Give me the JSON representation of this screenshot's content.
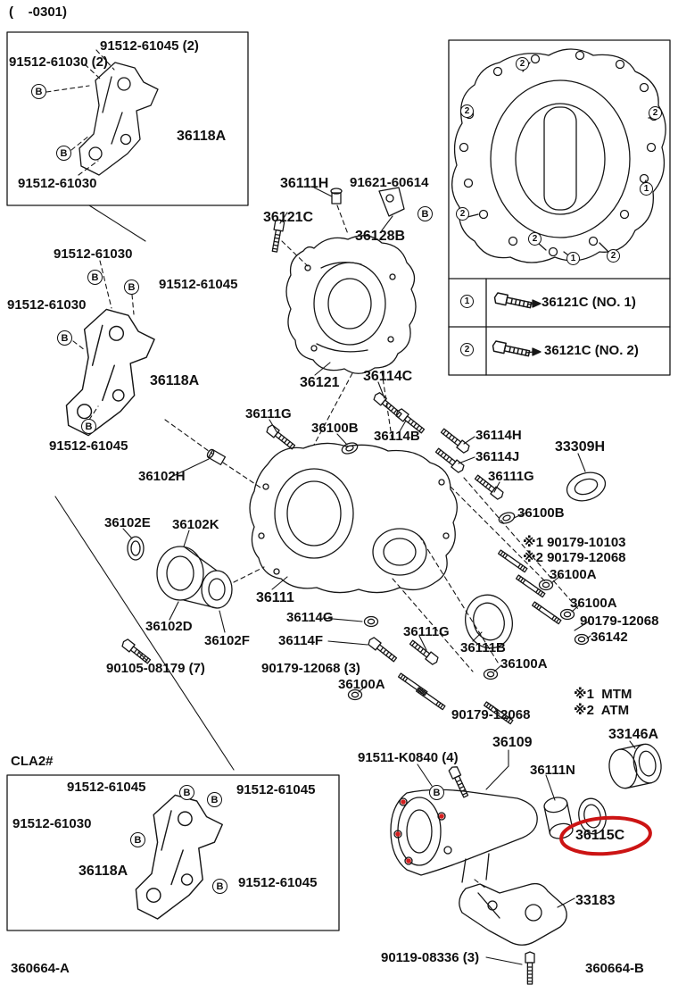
{
  "header": {
    "model_code": "(    -0301)"
  },
  "footer": {
    "left": "360664-A",
    "right": "360664-B"
  },
  "legend": {
    "row1_label": "36121C (NO. 1)",
    "row2_label": "36121C (NO. 2)"
  },
  "callouts": {
    "b": "B",
    "one": "1",
    "two": "2"
  },
  "highlight": {
    "color": "#cc1414",
    "dot_color": "#d42020"
  },
  "labels": [
    "91512-61045 (2)",
    "91512-61030 (2)",
    "36118A",
    "91512-61030",
    "91512-61030",
    "91512-61045",
    "91512-61030",
    "36118A",
    "91512-61045",
    "36111H",
    "91621-60614",
    "36121C",
    "36128B",
    "36121",
    "36114C",
    "36111G",
    "36100B",
    "36114B",
    "36114H",
    "36114J",
    "36111G",
    "33309H",
    "36100B",
    "36102H",
    "36102E",
    "36102K",
    "※1 90179-10103",
    "※2 90179-12068",
    "36100A",
    "36100A",
    "90179-12068",
    "36142",
    "36111",
    "36102D",
    "36102F",
    "36114G",
    "36114F",
    "36111G",
    "36111B",
    "36100A",
    "90105-08179 (7)",
    "90179-12068 (3)",
    "36100A",
    "90179-12068",
    "※1  MTM",
    "※2  ATM",
    "33146A",
    "36109",
    "91511-K0840 (4)",
    "36111N",
    "36115C",
    "33183",
    "90119-08336 (3)",
    "CLA2#",
    "91512-61045",
    "91512-61045",
    "91512-61030",
    "36118A",
    "91512-61045"
  ]
}
